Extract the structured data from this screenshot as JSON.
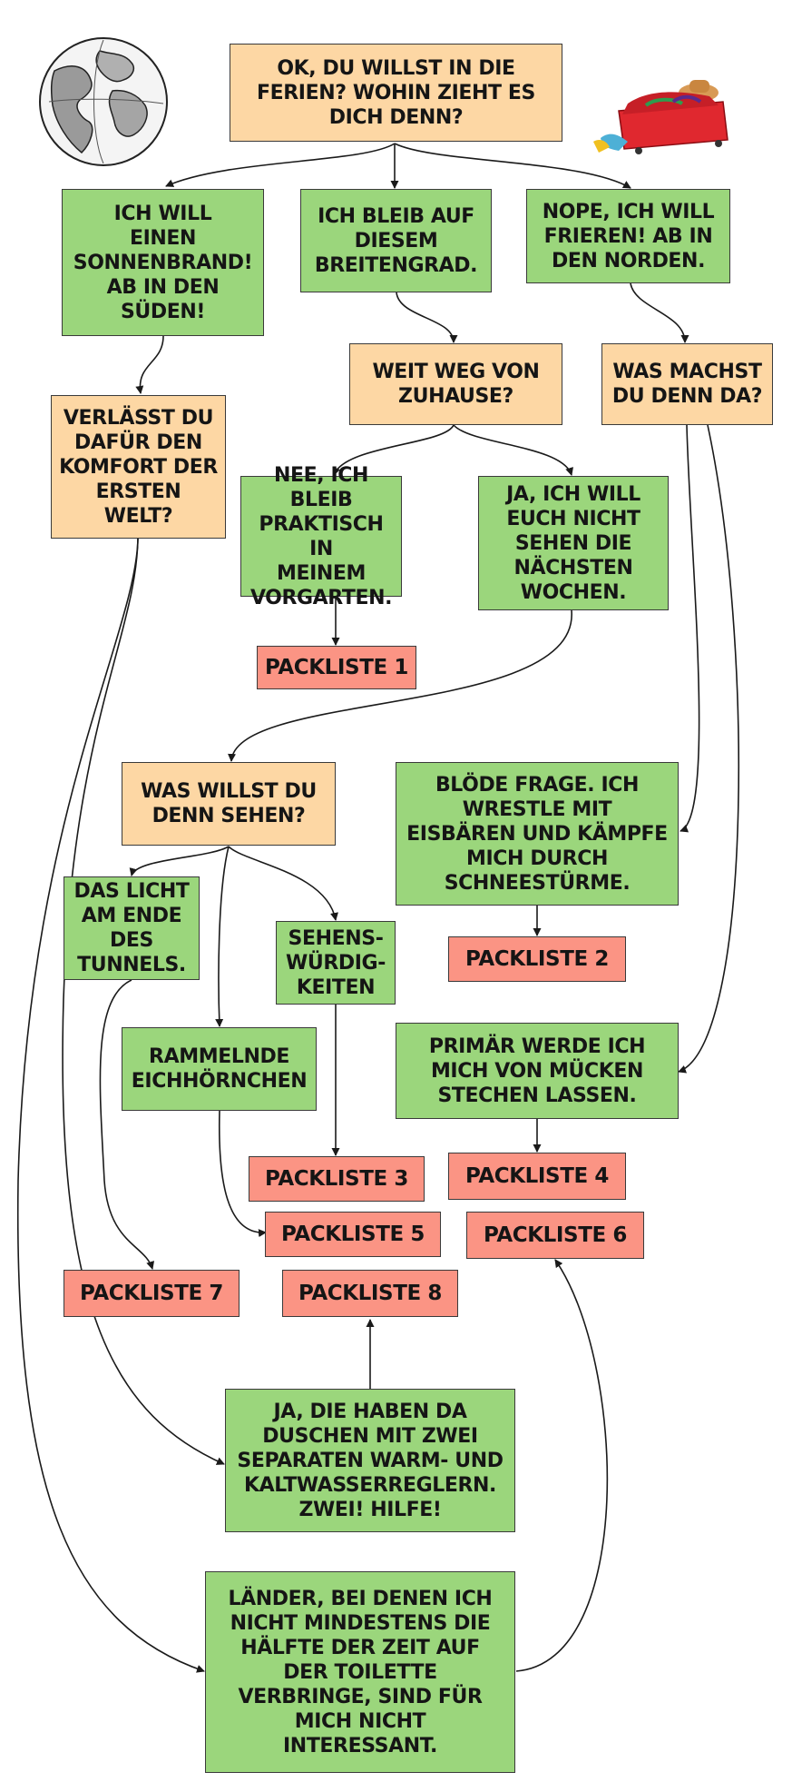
{
  "colors": {
    "question": "#fdd7a4",
    "answer": "#9bd67c",
    "packlist": "#fb9484",
    "border": "#3a3a3a"
  },
  "decorations": {
    "left_icon": "globe-icon",
    "right_icon": "suitcase-icon"
  },
  "nodes": {
    "start": "OK, DU WILLST IN DIE\nFERIEN? WOHIN ZIEHT ES\nDICH DENN?",
    "south": "ICH WILL\nEINEN\nSONNENBRAND!\nAB IN DEN\nSÜDEN!",
    "stay": "ICH BLEIB AUF\nDIESEM\nBREITENGRAD.",
    "north": "NOPE, ICH WILL\nFRIEREN! AB IN\nDEN NORDEN.",
    "comfort": "VERLÄSST DU\nDAFÜR DEN\nKOMFORT DER\nERSTEN\nWELT?",
    "far": "WEIT WEG VON\nZUHAUSE?",
    "doing": "WAS MACHST\nDU DENN DA?",
    "garden": "NEE, ICH BLEIB\nPRAKTISCH IN\nMEINEM\nVORGARTEN.",
    "away": "JA, ICH WILL\nEUCH NICHT\nSEHEN DIE\nNÄCHSTEN\nWOCHEN.",
    "pack1": "PACKLISTE 1",
    "see": "WAS WILLST DU\nDENN SEHEN?",
    "bears": "BLÖDE FRAGE. ICH\nWRESTLE MIT\nEISBÄREN UND KÄMPFE\nMICH DURCH\nSCHNEESTÜRME.",
    "light": "DAS LICHT\nAM ENDE\nDES\nTUNNELS.",
    "sights": "SEHENS-\nWÜRDIG-\nKEITEN",
    "pack2": "PACKLISTE 2",
    "squirrels": "RAMMELNDE\nEICHHÖRNCHEN",
    "mosquito": "PRIMÄR WERDE ICH\nMICH VON MÜCKEN\nSTECHEN LASSEN.",
    "pack3": "PACKLISTE 3",
    "pack4": "PACKLISTE 4",
    "pack5": "PACKLISTE 5",
    "pack6": "PACKLISTE 6",
    "pack7": "PACKLISTE 7",
    "pack8": "PACKLISTE 8",
    "showers": "JA, DIE HABEN DA\nDUSCHEN MIT ZWEI\nSEPARATEN WARM- UND\nKALTWASSERREGLERN.\nZWEI! HILFE!",
    "toilet": "LÄNDER, BEI DENEN ICH\nNICHT MINDESTENS DIE\nHÄLFTE DER ZEIT AUF\nDER TOILETTE\nVERBRINGE, SIND FÜR\nMICH NICHT\nINTERESSANT."
  }
}
